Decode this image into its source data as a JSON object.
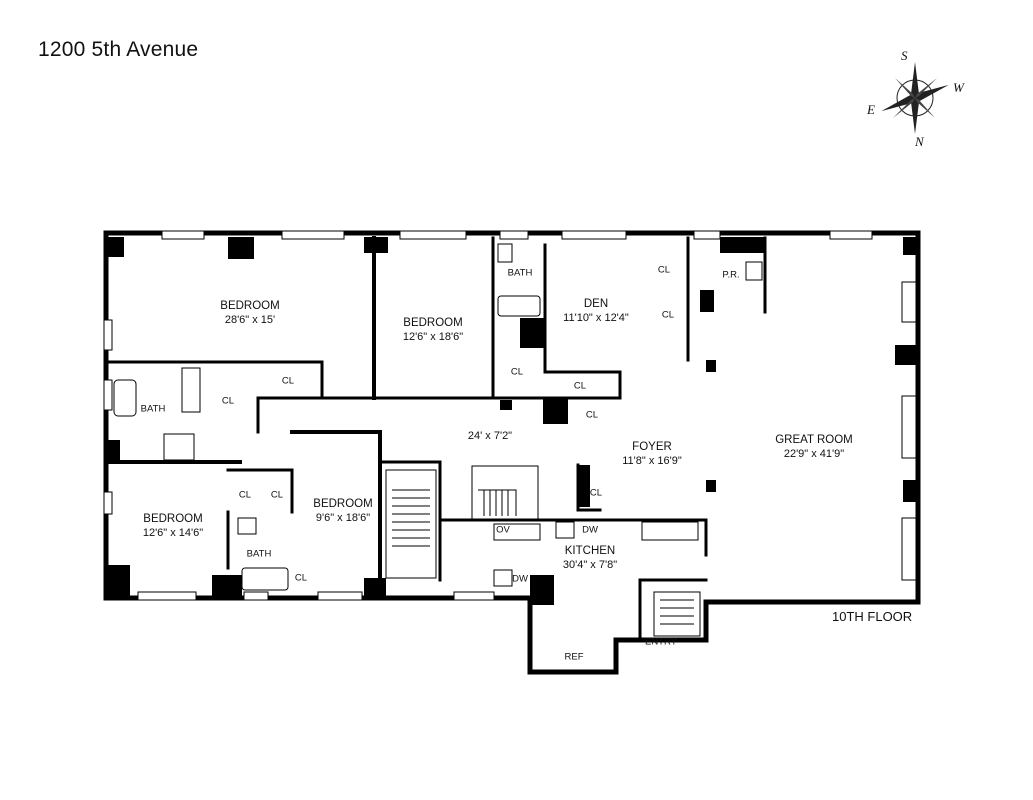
{
  "address": "1200 5th Avenue",
  "floor_label": "10TH FLOOR",
  "compass": {
    "s": "S",
    "w": "W",
    "e": "E",
    "n": "N"
  },
  "rooms": {
    "bedroom1": {
      "name": "BEDROOM",
      "dims": "28'6\" x 15'"
    },
    "bedroom2": {
      "name": "BEDROOM",
      "dims": "12'6\" x 18'6\""
    },
    "den": {
      "name": "DEN",
      "dims": "11'10\" x 12'4\""
    },
    "bedroom3": {
      "name": "BEDROOM",
      "dims": "12'6\" x 14'6\""
    },
    "bedroom4": {
      "name": "BEDROOM",
      "dims": "9'6\" x 18'6\""
    },
    "hall": {
      "dims": "24' x 7'2\""
    },
    "foyer": {
      "name": "FOYER",
      "dims": "11'8\" x 16'9\""
    },
    "great_room": {
      "name": "GREAT ROOM",
      "dims": "22'9\" x 41'9\""
    },
    "kitchen": {
      "name": "KITCHEN",
      "dims": "30'4\" x 7'8\""
    }
  },
  "small_labels": {
    "bath_a": "BATH",
    "bath_b": "BATH",
    "bath_c": "BATH",
    "cl_1": "CL",
    "cl_2": "CL",
    "cl_3": "CL",
    "cl_4": "CL",
    "cl_5": "CL",
    "cl_6": "CL",
    "cl_7": "CL",
    "cl_8": "CL",
    "cl_9": "CL",
    "cl_10": "CL",
    "cl_11": "CL",
    "pr": "P.R.",
    "ov": "OV",
    "dw_1": "DW",
    "dw_2": "DW",
    "ref": "REF",
    "entry": "ENTRY"
  }
}
